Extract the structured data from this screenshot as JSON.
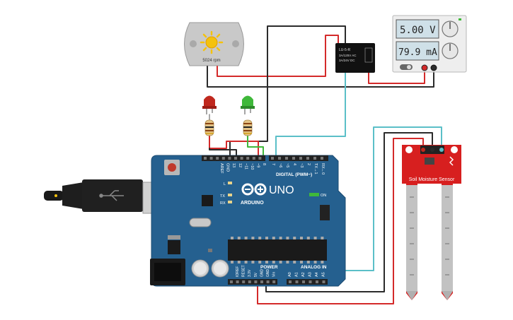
{
  "motor": {
    "label": "5024 rpm"
  },
  "relay": {
    "line1": "LU-5-R",
    "line2": "3A/125V AC",
    "line3": "3A/24V DC"
  },
  "power_supply": {
    "voltage": "5.00 V",
    "current": "79.9 mA",
    "plus_label": "+",
    "minus_label": "-"
  },
  "led_red": {
    "color": "#c0281e"
  },
  "led_green": {
    "color": "#3fb83a"
  },
  "arduino": {
    "brand_main": "UNO",
    "brand_sub": "ARDUINO",
    "on_label": "ON",
    "digital_label": "DIGITAL (PWM~)",
    "analog_label": "ANALOG IN",
    "power_label": "POWER",
    "tx_label": "TX",
    "rx_label": "RX",
    "l_label": "L",
    "top_pin_labels": [
      "AREF",
      "GND",
      "13",
      "12",
      "~11",
      "~10",
      "~9",
      "8",
      "7",
      "~6",
      "~5",
      "4",
      "~3",
      "2",
      "TX→1",
      "RX←0"
    ],
    "bottom_power_labels": [
      "IOREF",
      "RESET",
      "3.3V",
      "5V",
      "GND",
      "GND",
      "Vin"
    ],
    "bottom_analog_labels": [
      "A0",
      "A1",
      "A2",
      "A3",
      "A4",
      "A5"
    ]
  },
  "soil_sensor": {
    "label": "Soil Moisture Sensor",
    "color": "#d71f1f"
  },
  "colors": {
    "board": "#25608f",
    "wire_black": "#2b2b2b",
    "wire_red": "#d42a2a",
    "wire_teal": "#5bbfc8",
    "wire_green": "#3fb83a"
  }
}
